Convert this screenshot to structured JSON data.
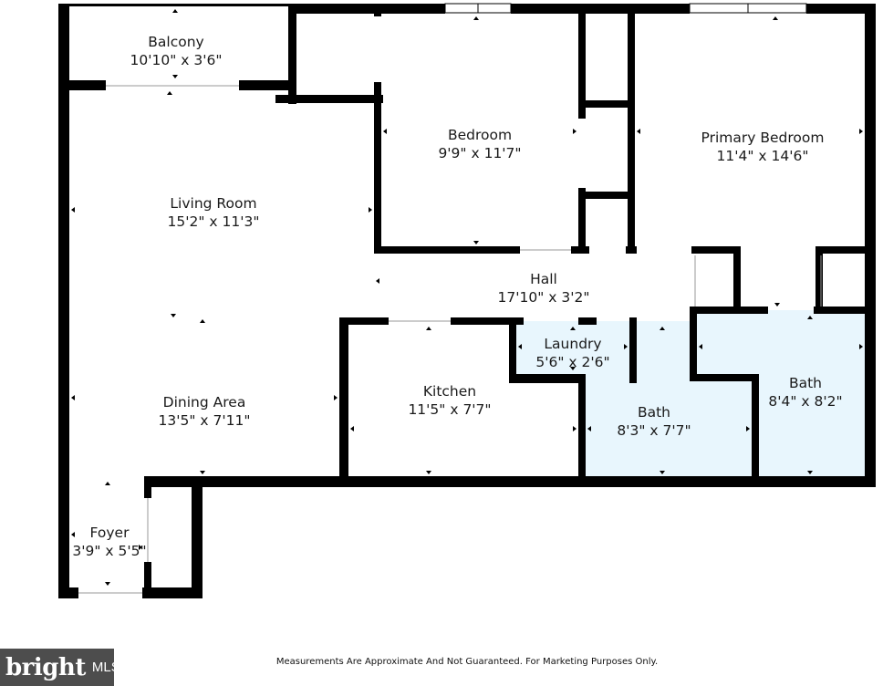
{
  "rooms": [
    {
      "id": "balcony",
      "name": "Balcony",
      "dims": "10'10\" x 3'6\""
    },
    {
      "id": "bedroom",
      "name": "Bedroom",
      "dims": "9'9\" x 11'7\""
    },
    {
      "id": "primary_bedroom",
      "name": "Primary Bedroom",
      "dims": "11'4\" x 14'6\""
    },
    {
      "id": "living_room",
      "name": "Living Room",
      "dims": "15'2\" x 11'3\""
    },
    {
      "id": "hall",
      "name": "Hall",
      "dims": "17'10\" x 3'2\""
    },
    {
      "id": "laundry",
      "name": "Laundry",
      "dims": "5'6\" x 2'6\""
    },
    {
      "id": "kitchen",
      "name": "Kitchen",
      "dims": "11'5\" x 7'7\""
    },
    {
      "id": "bath_1",
      "name": "Bath",
      "dims": "8'3\" x 7'7\""
    },
    {
      "id": "bath_2",
      "name": "Bath",
      "dims": "8'4\" x 8'2\""
    },
    {
      "id": "dining_area",
      "name": "Dining Area",
      "dims": "13'5\" x 7'11\""
    },
    {
      "id": "foyer",
      "name": "Foyer",
      "dims": "3'9\" x 5'5\""
    }
  ],
  "colors": {
    "wall": "#000000",
    "wet_room_fill": "#e8f6fd",
    "background": "#ffffff"
  },
  "disclaimer": "Measurements Are Approximate And Not Guaranteed. For Marketing Purposes Only.",
  "logo": {
    "brand": "bright",
    "suffix": "MLS"
  }
}
